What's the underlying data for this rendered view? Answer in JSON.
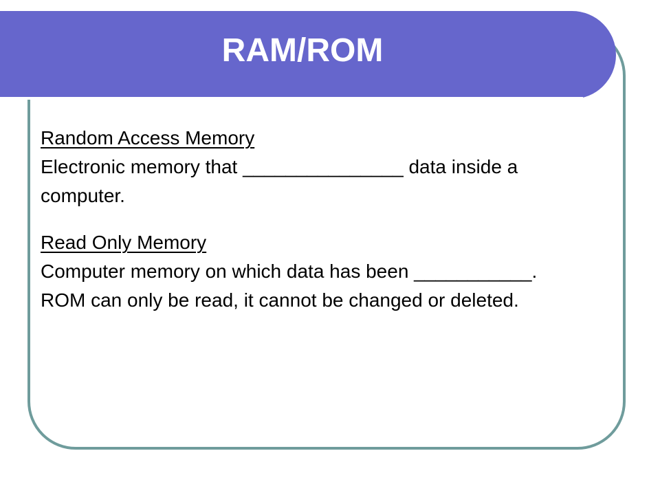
{
  "slide": {
    "title": "RAM/ROM",
    "sections": {
      "ram": {
        "heading": "Random Access Memory",
        "definition": "Electronic memory that _______________ data inside a computer."
      },
      "rom": {
        "heading": "Read Only Memory",
        "definition": "Computer memory on which data has been ___________.",
        "note": "ROM can only be read, it cannot be changed or deleted."
      }
    }
  },
  "colors": {
    "title_bar": "#6666cc",
    "frame_border": "#6f9c9c",
    "title_text": "#ffffff",
    "body_text": "#000000"
  }
}
